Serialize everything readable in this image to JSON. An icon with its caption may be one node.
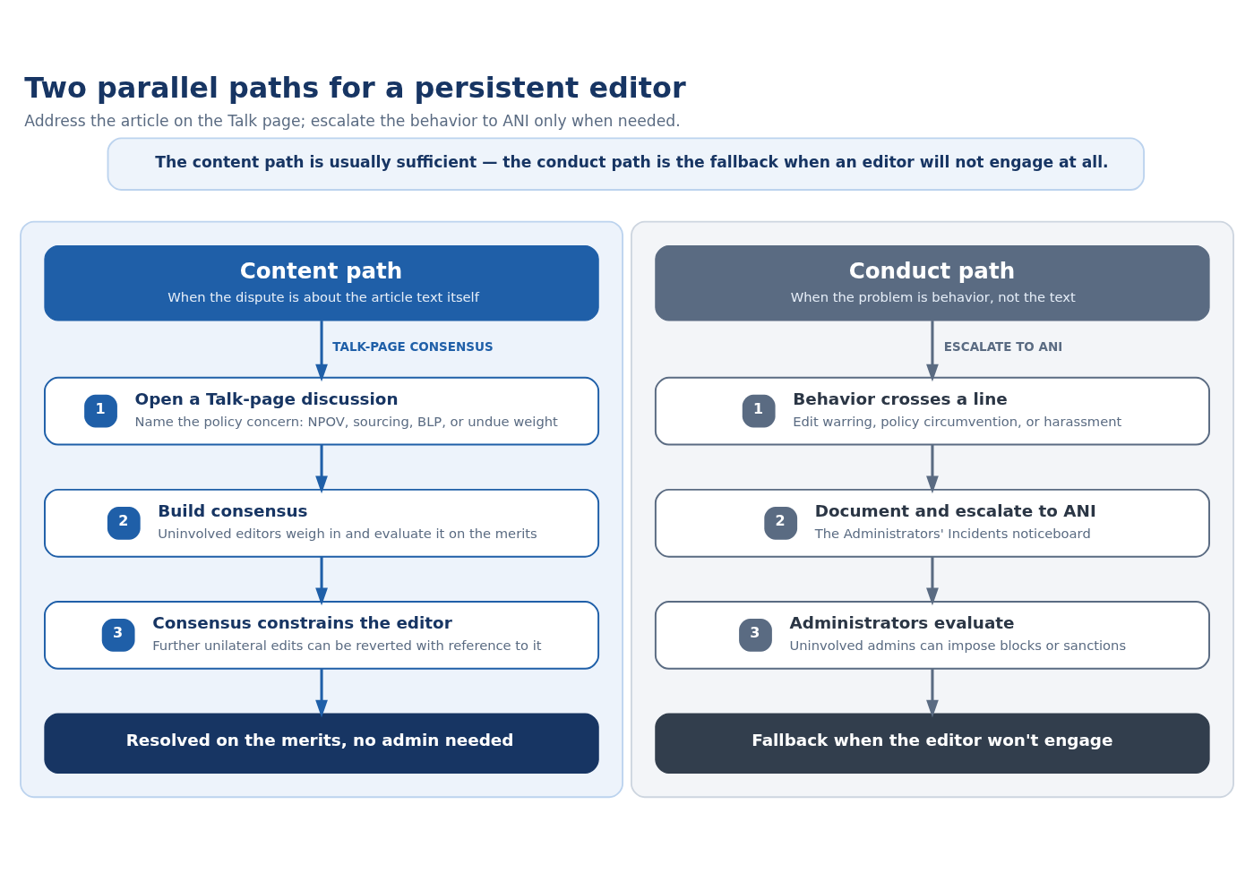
{
  "diagram": {
    "title": "Two parallel paths for a persistent editor",
    "caption": "Address the article on the Talk page; escalate the behavior to ANI only when needed.",
    "nodes": [
      {
        "text": [
          "The content path is usually sufficient — the conduct path is the fallback when an editor will not engage at all."
        ]
      },
      {
        "text": [],
        "shape": "box"
      },
      {
        "text": [
          "Content path",
          "When the dispute is about the article text itself"
        ],
        "in": 1
      },
      {
        "text": [
          "1",
          "Open a Talk-page discussion",
          "Name the policy concern: NPOV, sourcing, BLP, or undue weight"
        ],
        "in": 1
      },
      {
        "text": [
          "2",
          "Build consensus",
          "Uninvolved editors weigh in and evaluate it on the merits"
        ],
        "in": 1
      },
      {
        "text": [
          "3",
          "Consensus constrains the editor",
          "Further unilateral edits can be reverted with reference to it"
        ],
        "in": 1
      },
      {
        "text": [
          "Resolved on the merits, no admin needed"
        ],
        "in": 1
      },
      {
        "text": [],
        "shape": "box"
      },
      {
        "text": [
          "Conduct path",
          "When the problem is behavior, not the text"
        ],
        "in": 7
      },
      {
        "text": [
          "1",
          "Behavior crosses a line",
          "Edit warring, policy circumvention, or harassment"
        ],
        "in": 7
      },
      {
        "text": [
          "2",
          "Document and escalate to ANI",
          "The Administrators' Incidents noticeboard"
        ],
        "in": 7
      },
      {
        "text": [
          "3",
          "Administrators evaluate",
          "Uninvolved admins can impose blocks or sanctions"
        ],
        "in": 7
      },
      {
        "text": [
          "Fallback when the editor won't engage"
        ],
        "in": 7
      }
    ],
    "edges": [
      {
        "from": 2,
        "to": 3,
        "arrow": "to",
        "label": "TALK-PAGE CONSENSUS"
      },
      {
        "from": 3,
        "to": 4,
        "arrow": "to"
      },
      {
        "from": 4,
        "to": 5,
        "arrow": "to"
      },
      {
        "from": 5,
        "to": 6,
        "arrow": "to"
      },
      {
        "from": 8,
        "to": 9,
        "arrow": "to",
        "label": "ESCALATE TO ANI",
        "color": "#5a6b82"
      },
      {
        "from": 9,
        "to": 10,
        "arrow": "to",
        "color": "#5a6b82"
      },
      {
        "from": 10,
        "to": 11,
        "arrow": "to",
        "color": "#5a6b82"
      },
      {
        "from": 11,
        "to": 12,
        "arrow": "to",
        "color": "#5a6b82"
      }
    ]
  }
}
